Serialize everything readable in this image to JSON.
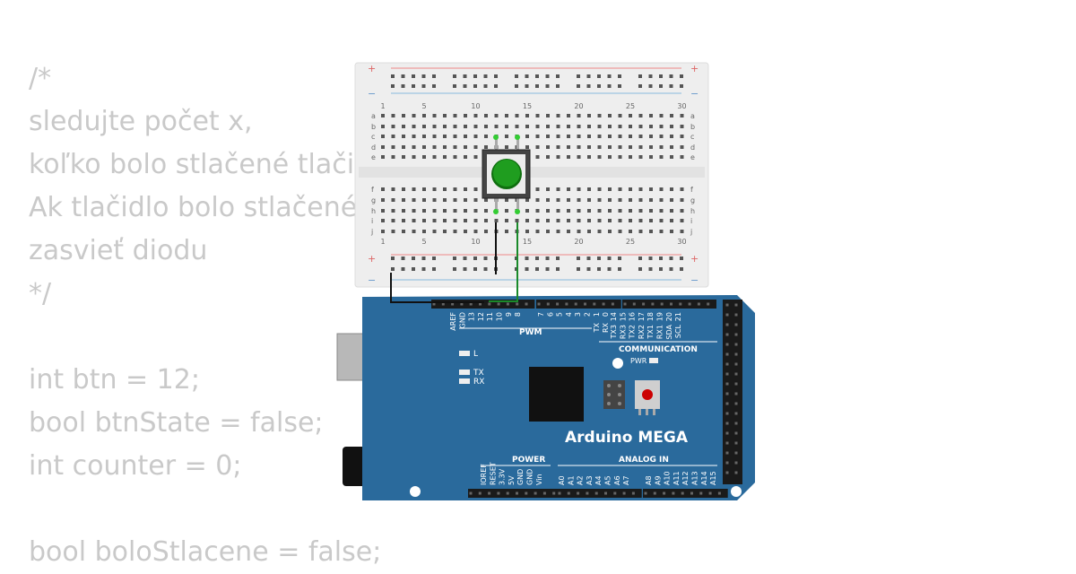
{
  "code": {
    "lines": [
      "/*",
      "sledujte počet x,",
      "koľko bolo stlačené tlačidlo",
      "Ak tlačidlo bolo stlačené",
      "zasvieť diodu",
      "*/",
      "",
      "int btn = 12;",
      "bool btnState = false;",
      "int counter = 0;",
      "",
      "bool boloStlacene = false;"
    ]
  },
  "breadboard": {
    "column_numbers": [
      "1",
      "5",
      "10",
      "15",
      "20",
      "25",
      "30"
    ],
    "row_letters_top": [
      "a",
      "b",
      "c",
      "d",
      "e"
    ],
    "row_letters_bottom": [
      "f",
      "g",
      "h",
      "i",
      "j"
    ],
    "rail_plus": "+",
    "rail_minus": "−"
  },
  "pushbutton": {
    "cap_color": "#1f9d1f"
  },
  "arduino": {
    "board_name": "Arduino MEGA",
    "board_color": "#2a6a9c",
    "pwm_label": "PWM",
    "communication_label": "COMMUNICATION",
    "power_label": "POWER",
    "analog_label": "ANALOG IN",
    "led_l": "L",
    "led_tx": "TX",
    "led_rx": "RX",
    "pwr_label": "PWR",
    "pins_left_header": [
      "AREF",
      "GND",
      "13",
      "12",
      "11",
      "10",
      "9",
      "8"
    ],
    "pins_mid_header": [
      "7",
      "6",
      "5",
      "4",
      "3",
      "2",
      "1",
      "0"
    ],
    "pins_mid_sub": [
      "",
      "",
      "",
      "",
      "",
      "",
      "TX",
      "RX"
    ],
    "pins_comm_header": [
      "14",
      "15",
      "16",
      "17",
      "18",
      "19",
      "20",
      "21"
    ],
    "pins_comm_sub": [
      "TX3",
      "RX3",
      "TX2",
      "RX2",
      "TX1",
      "RX1",
      "SDA",
      "SCL"
    ],
    "power_pins": [
      "IOREF",
      "RESET",
      "3.3V",
      "5V",
      "GND",
      "GND",
      "Vin"
    ],
    "analog_pins": [
      "A0",
      "A1",
      "A2",
      "A3",
      "A4",
      "A5",
      "A6",
      "A7",
      "A8",
      "A9",
      "A10",
      "A11",
      "A12",
      "A13",
      "A14",
      "A15"
    ]
  },
  "wires": {
    "gnd_color": "#111111",
    "signal_color": "#1a8a2a"
  }
}
